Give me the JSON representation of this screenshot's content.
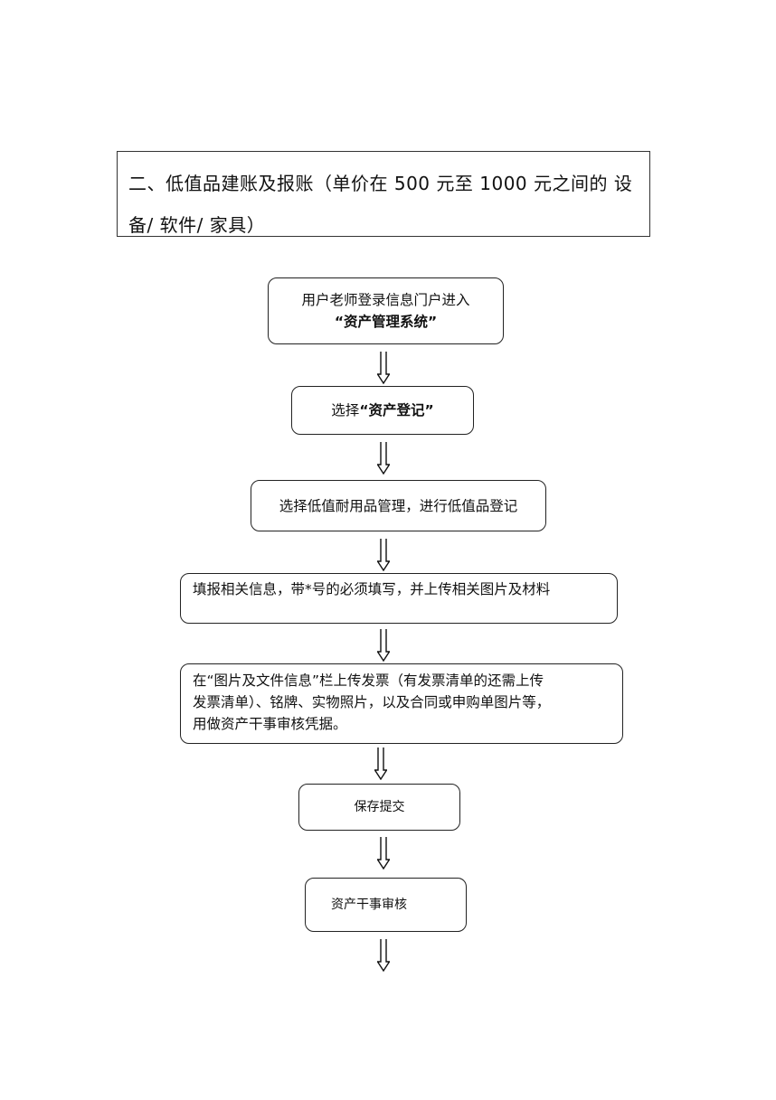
{
  "header": {
    "text": "二、低值品建账及报账（单价在 500 元至 1000 元之间的  设备/  软件/  家具）"
  },
  "flow": {
    "step1": {
      "line1": "用户老师登录信息门户进入",
      "line2": "“资产管理系统”"
    },
    "step2": {
      "prefix": "选择",
      "highlight": "“资产登记”"
    },
    "step3": {
      "text": "选择低值耐用品管理，进行低值品登记"
    },
    "step4": {
      "text": "填报相关信息，带*号的必须填写，并上传相关图片及材料"
    },
    "step5": {
      "line1": "在“图片及文件信息”栏上传发票（有发票清单的还需上传",
      "line2": "发票清单）、铭牌、实物照片，以及合同或申购单图片等，",
      "line3": "用做资产干事审核凭据。"
    },
    "step6": {
      "text": "保存提交"
    },
    "step7": {
      "text": "资产干事审核"
    }
  }
}
